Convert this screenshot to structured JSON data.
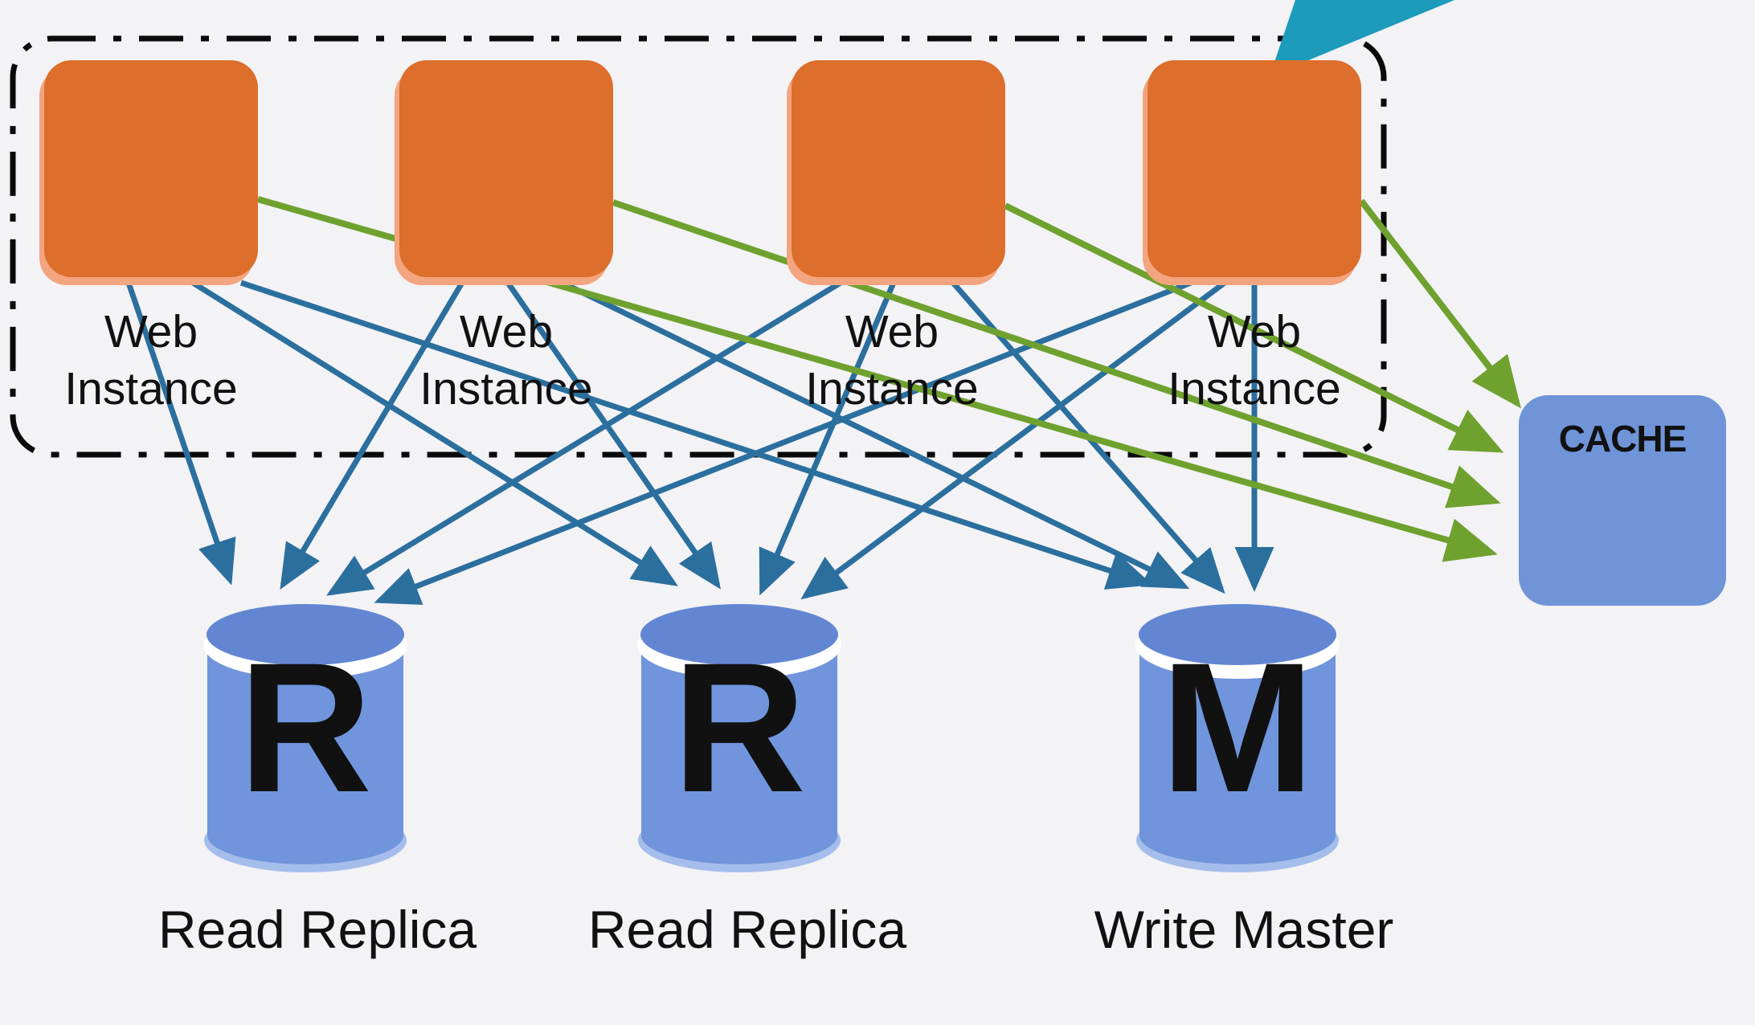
{
  "diagram": {
    "web_tier": {
      "instances": [
        {
          "line1": "Web",
          "line2": "Instance"
        },
        {
          "line1": "Web",
          "line2": "Instance"
        },
        {
          "line1": "Web",
          "line2": "Instance"
        },
        {
          "line1": "Web",
          "line2": "Instance"
        }
      ]
    },
    "cache": {
      "label": "CACHE"
    },
    "databases": [
      {
        "letter": "R",
        "label": "Read Replica"
      },
      {
        "letter": "R",
        "label": "Read Replica"
      },
      {
        "letter": "M",
        "label": "Write Master"
      }
    ],
    "colors": {
      "background": "#F3F2F5",
      "instance_fill": "#DD6E2B",
      "instance_edge_light": "#F2A57F",
      "db_fill": "#7095DC",
      "db_cap_fill": "#6286D2",
      "db_bottom_light": "#A5BDEB",
      "cache_fill": "#7094D8",
      "arrow_blue": "#2B6F9E",
      "arrow_green": "#6FA12F",
      "callout_teal": "#1C9BBB",
      "boundary_stroke": "#0A0A0A",
      "text": "#111111"
    }
  }
}
